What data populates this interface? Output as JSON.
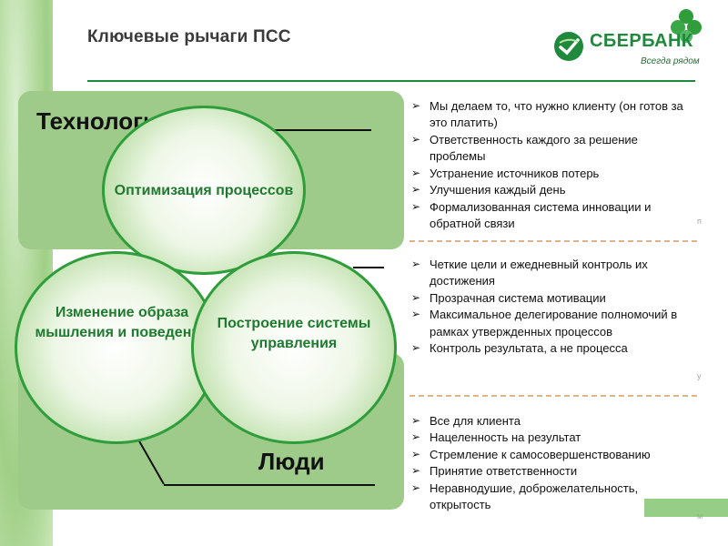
{
  "title": "Ключевые рычаги ПСС",
  "logo": {
    "name": "СБЕРБАНК",
    "slogan": "Всегда рядом"
  },
  "boxes": {
    "top_label": "Технологии",
    "bottom_label": "Люди"
  },
  "circles": {
    "top": "Оптимизация процессов",
    "left": "Изменение образа мышления и поведения",
    "right": "Построение системы управления"
  },
  "bullet_groups": [
    {
      "items": [
        "Мы делаем то, что нужно клиенту (он готов за это платить)",
        "Ответственность каждого за решение проблемы",
        "Устранение источников потерь",
        "Улучшения каждый день",
        "Формализованная система инновации и обратной связи"
      ]
    },
    {
      "items": [
        "Четкие цели и ежедневный контроль их достижения",
        "Прозрачная система мотивации",
        "Максимальное делегирование полномочий в рамках утвержденных процессов",
        "Контроль результата, а не процесса"
      ]
    },
    {
      "items": [
        "Все для клиента",
        "Нацеленность на результат",
        "Стремление к самосовершенствованию",
        "Принятие ответственности",
        "Неравнодушие, доброжелательность, открытость"
      ]
    }
  ],
  "side_letters": [
    "п",
    "у",
    "м"
  ],
  "colors": {
    "brand_green": "#1f8a3c",
    "box_fill": "#9ecb8a",
    "circle_border": "#2e9d3a",
    "circle_text": "#1e7a2e"
  },
  "icons": {
    "bullet": "arrow-bullet-icon",
    "logo": "sberbank-logo-icon",
    "clover": "clover-decoration-icon"
  }
}
